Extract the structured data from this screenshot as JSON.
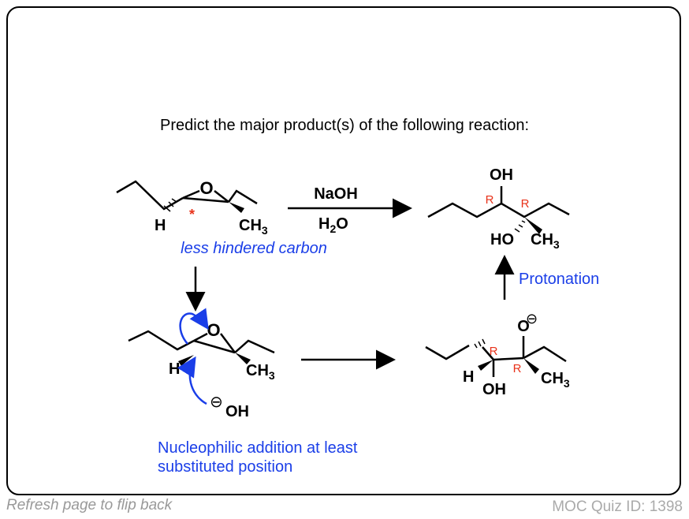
{
  "question": "Predict the major product(s) of the following reaction:",
  "reagents": {
    "top": "NaOH",
    "bottom": "H",
    "bottom_sub": "2",
    "bottom_tail": "O"
  },
  "labels": {
    "less_hindered": "less hindered carbon",
    "protonation": "Protonation",
    "nucleophilic_line1": "Nucleophilic addition at least",
    "nucleophilic_line2": "substituted position"
  },
  "atoms": {
    "O": "O",
    "H": "H",
    "CH": "CH",
    "three": "3",
    "OH": "OH",
    "HO": "HO",
    "R": "R",
    "star": "*",
    "minus": "⊖"
  },
  "footer": {
    "left": "Refresh page to flip back",
    "right": "MOC Quiz ID: 1398"
  },
  "colors": {
    "blue": "#1a3ee8",
    "red": "#e8321a",
    "text": "#000000"
  }
}
